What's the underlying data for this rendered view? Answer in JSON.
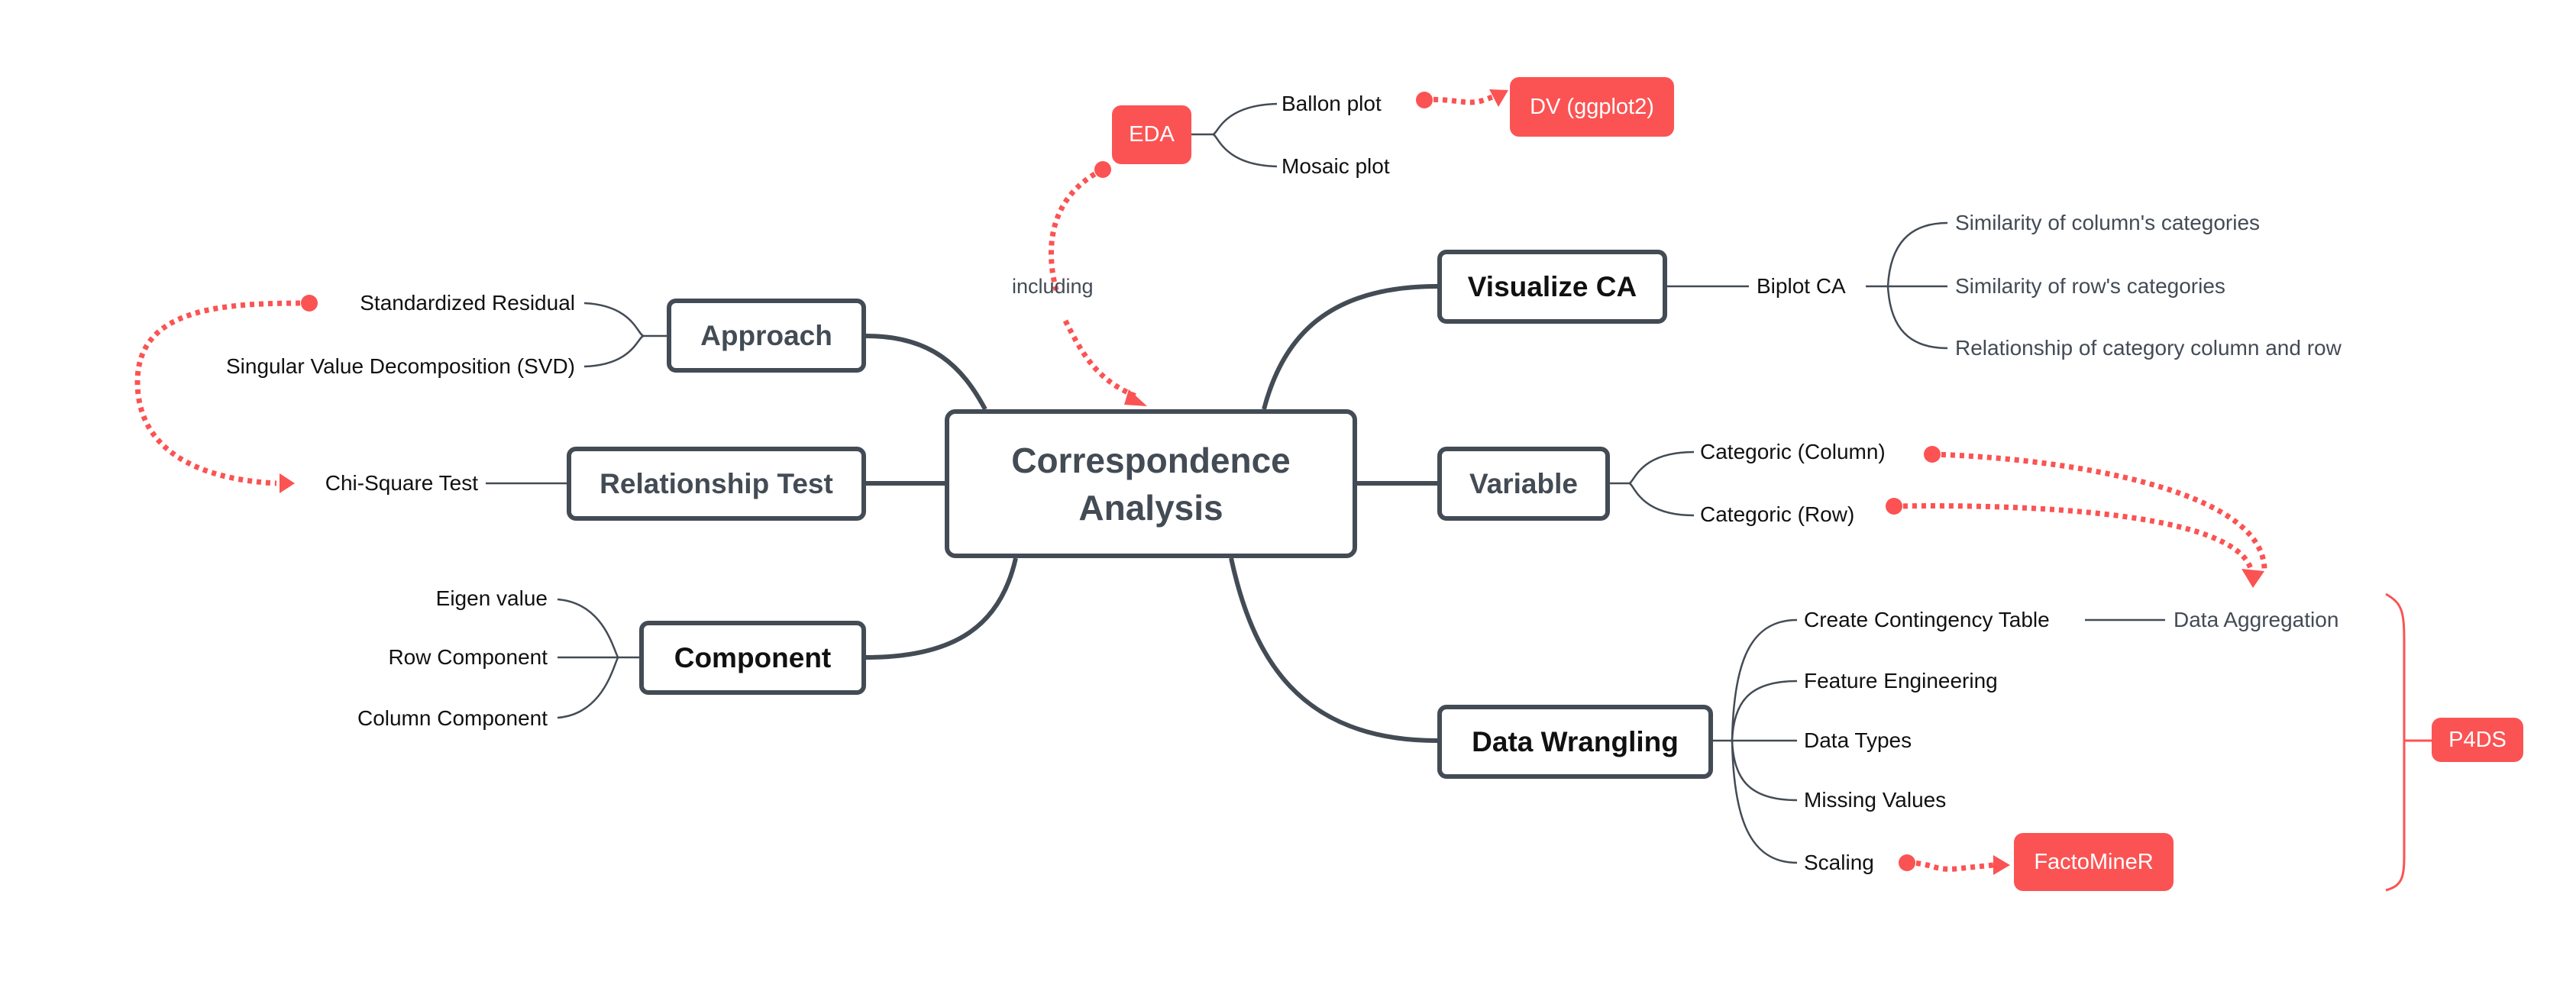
{
  "central_topic": "Correspondence Analysis",
  "colors": {
    "accent": "#fb5353",
    "line": "#434b55",
    "text_dark": "#111111"
  },
  "branches": {
    "approach": {
      "label": "Approach",
      "children": [
        "Standardized Residual",
        "Singular Value Decomposition (SVD)"
      ]
    },
    "relationship_test": {
      "label": "Relationship Test",
      "children": [
        "Chi-Square Test"
      ]
    },
    "component": {
      "label": "Component",
      "children": [
        "Eigen value",
        "Row Component",
        "Column Component"
      ]
    },
    "visualize_ca": {
      "label": "Visualize CA",
      "child": "Biplot CA",
      "grandchildren": [
        "Similarity of  column's categories",
        "Similarity of row's categories",
        "Relationship of category column and row"
      ]
    },
    "variable": {
      "label": "Variable",
      "children": [
        "Categoric (Column)",
        "Categoric (Row)"
      ]
    },
    "data_wrangling": {
      "label": "Data Wrangling",
      "children": [
        "Create Contingency Table",
        "Feature Engineering",
        "Data Types",
        "Missing Values",
        "Scaling"
      ],
      "contingency_child": "Data Aggregation"
    }
  },
  "floating": {
    "eda": {
      "label": "EDA",
      "children": [
        "Ballon plot",
        "Mosaic plot"
      ]
    },
    "dv": "DV (ggplot2)",
    "factominer": "FactoMineR",
    "p4ds": "P4DS"
  },
  "relationship_labels": {
    "eda_to_center": "including"
  }
}
